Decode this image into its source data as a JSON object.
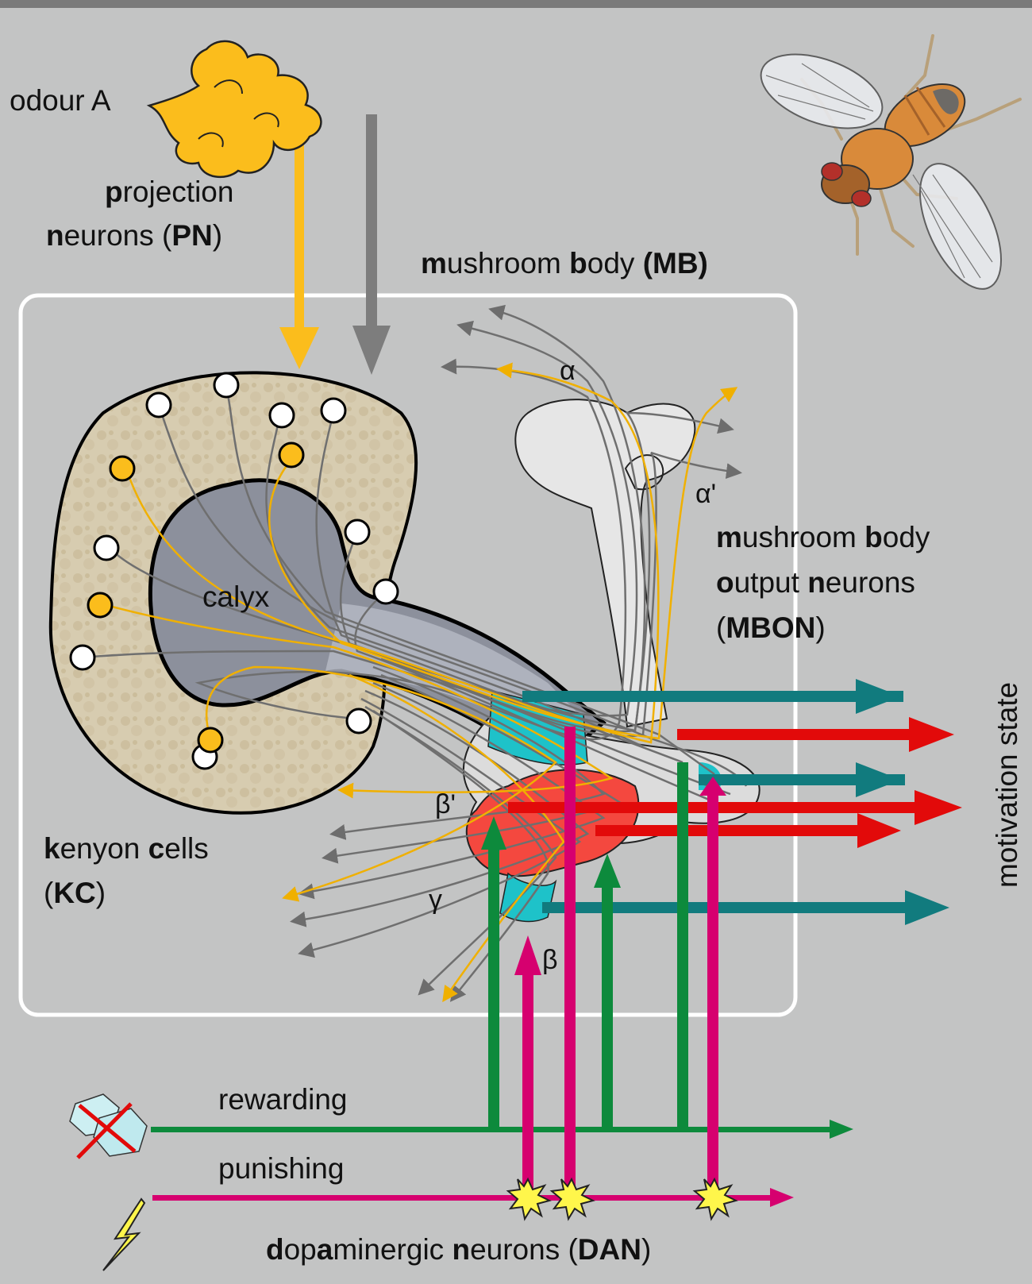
{
  "labels": {
    "odour": "odour A",
    "pn": {
      "b1": "p",
      "t1": "rojection",
      "b2": "n",
      "t2": "eurons (",
      "b3": "PN",
      "t3": ")"
    },
    "mb": {
      "b1": "m",
      "t1": "ushroom ",
      "b2": "b",
      "t2": "ody ",
      "b3": "(MB)"
    },
    "calyx": "calyx",
    "alpha": "α",
    "alpha_prime": "α'",
    "beta": "β",
    "beta_prime": "β'",
    "gamma": "γ",
    "mbon": {
      "b1": "m",
      "t1": "ushroom ",
      "b2": "b",
      "t2": "ody",
      "b3": "o",
      "t3": "utput ",
      "b4": "n",
      "t4": "eurons",
      "t5": "(",
      "b5": "MBON",
      "t6": ")"
    },
    "kc": {
      "b1": "k",
      "t1": "enyon ",
      "b2": "c",
      "t2": "ells",
      "t3": "(",
      "b3": "KC",
      "t4": ")"
    },
    "motivation": "motivation state",
    "rewarding": "rewarding",
    "punishing": "punishing",
    "dan": {
      "b1": "d",
      "t1": "op",
      "b2": "a",
      "t2": "minergic ",
      "b3": "n",
      "t3": "eurons (",
      "b4": "DAN",
      "t4": ")"
    }
  },
  "colors": {
    "background": "#c3c4c4",
    "odour_pn": "#fbbd1c",
    "teal_mbon": "#117b7e",
    "red_mbon": "#e20a0a",
    "green_reward": "#0d8a3c",
    "magenta_punish": "#d6006f",
    "star": "#fff64b",
    "cyan_lobe": "#1ec2c9",
    "red_lobe": "#f4483f"
  },
  "icons": [
    "odour-cloud-icon",
    "fly-icon",
    "sugar-crossed-icon",
    "lightning-icon",
    "spark-star-icon"
  ]
}
